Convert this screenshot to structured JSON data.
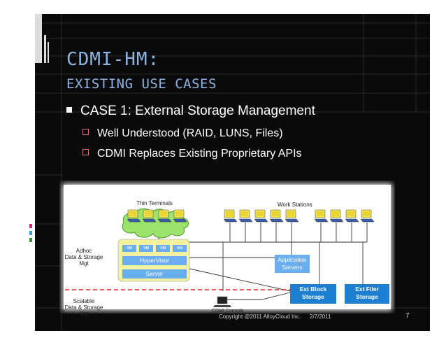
{
  "title": {
    "line1": "CDMI-HM:",
    "line2": "EXISTING USE CASES"
  },
  "bullets": {
    "main": "CASE 1: External Storage Management",
    "sub1": "Well Understood (RAID, LUNS, Files)",
    "sub2": "CDMI Replaces Existing Proprietary APIs"
  },
  "diagram": {
    "thin_terminals": "Thin Terminals",
    "work_stations": "Work Stations",
    "adhoc_line1": "Adhoc",
    "adhoc_line2": "Data & Storage",
    "adhoc_line3": "Mgt",
    "scalable_line1": "Scalable",
    "scalable_line2": "Data & Storage",
    "scalable_line3": "Mgt",
    "vm": "VM",
    "hypervisor": "HyperVisor",
    "server": "Server",
    "app_servers_line1": "Application",
    "app_servers_line2": "Servers",
    "ext_block_line1": "Ext Block",
    "ext_block_line2": "Storage",
    "ext_filer_line1": "Ext Filer",
    "ext_filer_line2": "Storage",
    "cdmi_console": "CDMI Console"
  },
  "footer": {
    "copyright": "Copyright @2011 AlloyCloud Inc.",
    "date": "2/7/2011",
    "page": "7"
  },
  "colors": {
    "title": "#8fb4e3",
    "box_blue": "#1e7fd0",
    "server_blue": "#6aaef0",
    "dashed_red": "#e02020",
    "bullet_marker": "#e07070"
  }
}
